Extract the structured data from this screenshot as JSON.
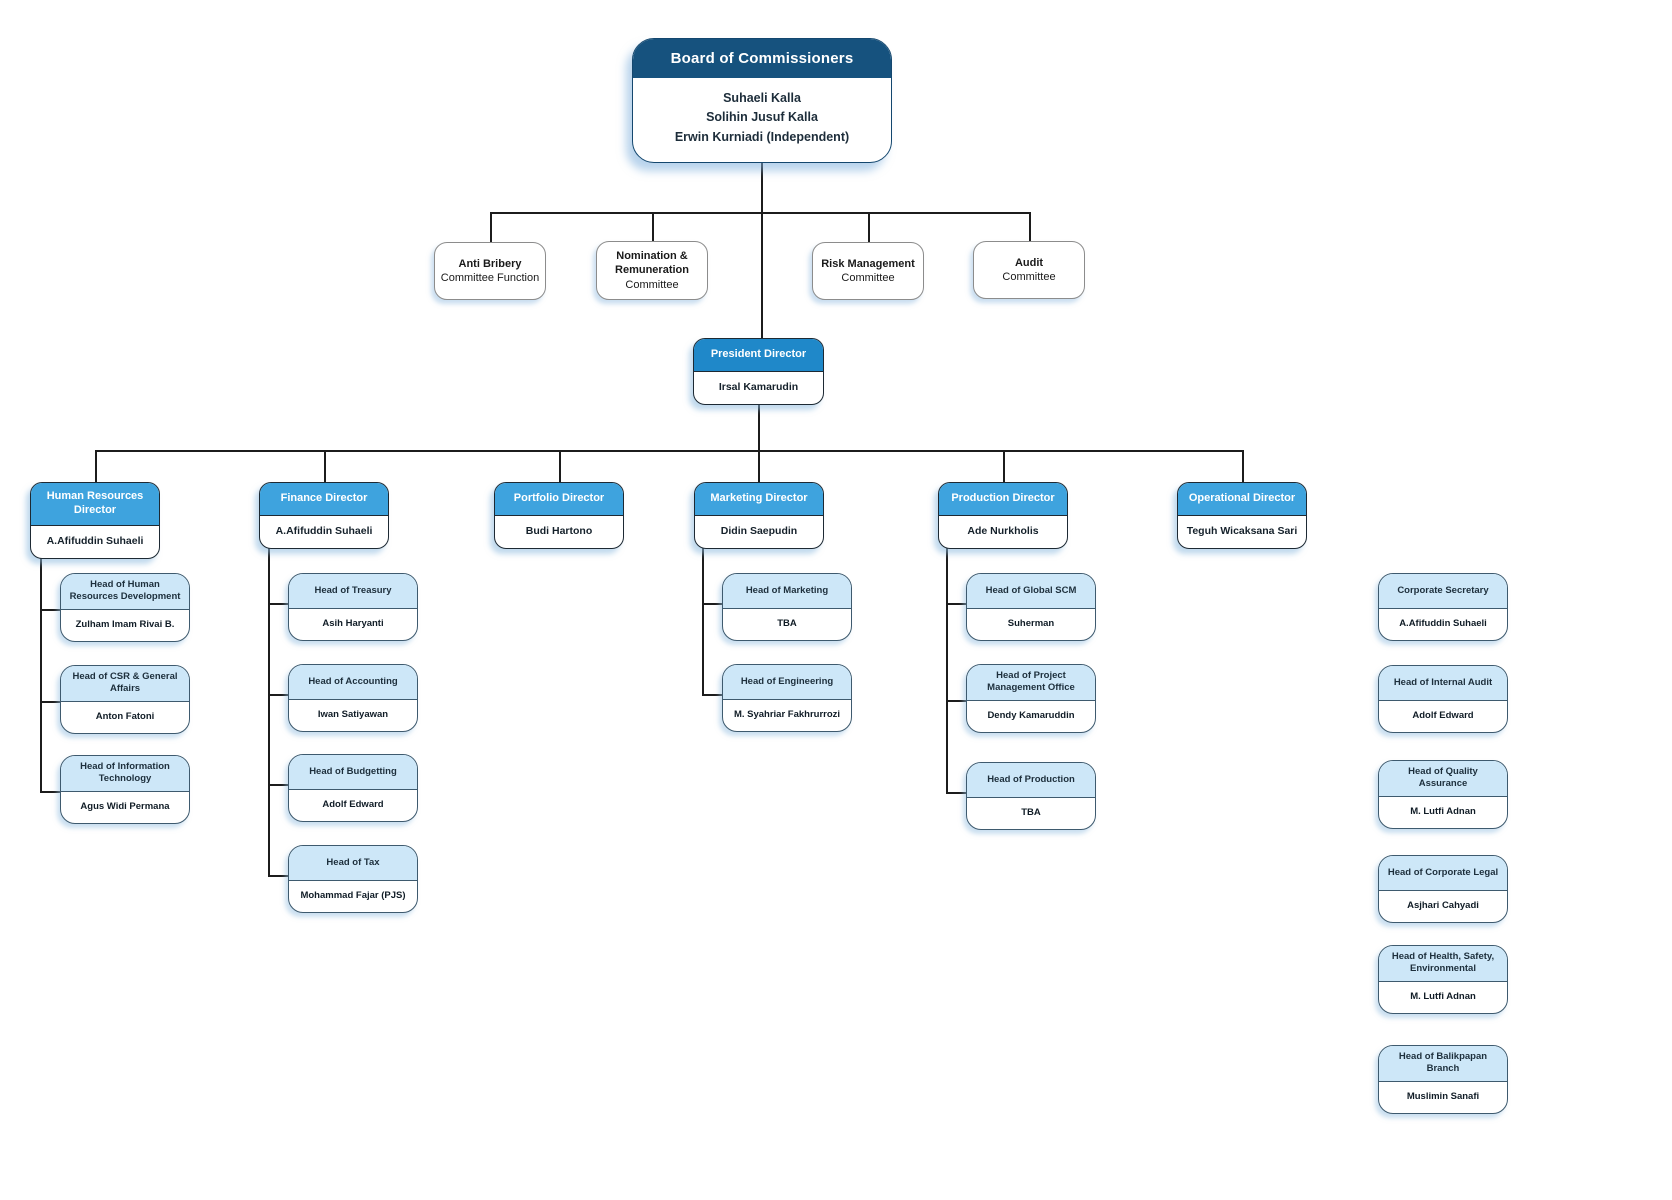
{
  "board": {
    "title": "Board of Commissioners",
    "members": [
      "Suhaeli Kalla",
      "Solihin Jusuf Kalla",
      "Erwin Kurniadi (Independent)"
    ]
  },
  "committees": [
    {
      "bold": "Anti Bribery",
      "rest": "Committee Function"
    },
    {
      "bold": "Nomination & Remuneration",
      "rest": "Committee"
    },
    {
      "bold": "Risk Management",
      "rest": "Committee"
    },
    {
      "bold": "Audit",
      "rest": "Committee"
    }
  ],
  "president": {
    "title": "President Director",
    "name": "Irsal Kamarudin"
  },
  "directors": [
    {
      "title": "Human Resources Director",
      "name": "A.Afifuddin Suhaeli"
    },
    {
      "title": "Finance Director",
      "name": "A.Afifuddin Suhaeli"
    },
    {
      "title": "Portfolio Director",
      "name": "Budi Hartono"
    },
    {
      "title": "Marketing Director",
      "name": "Didin Saepudin"
    },
    {
      "title": "Production Director",
      "name": "Ade Nurkholis"
    },
    {
      "title": "Operational Director",
      "name": "Teguh Wicaksana Sari"
    }
  ],
  "columns": [
    {
      "parent": "Human Resources Director",
      "items": [
        {
          "role": "Head of Human Resources Development",
          "name": "Zulham Imam Rivai B."
        },
        {
          "role": "Head of CSR & General Affairs",
          "name": "Anton Fatoni"
        },
        {
          "role": "Head of Information Technology",
          "name": "Agus Widi Permana"
        }
      ]
    },
    {
      "parent": "Finance Director",
      "items": [
        {
          "role": "Head of Treasury",
          "name": "Asih Haryanti"
        },
        {
          "role": "Head of Accounting",
          "name": "Iwan Satiyawan"
        },
        {
          "role": "Head of Budgetting",
          "name": "Adolf Edward"
        },
        {
          "role": "Head of Tax",
          "name": "Mohammad Fajar (PJS)"
        }
      ]
    },
    {
      "parent": "Marketing Director",
      "items": [
        {
          "role": "Head of Marketing",
          "name": "TBA"
        },
        {
          "role": "Head of Engineering",
          "name": "M. Syahriar Fakhrurrozi"
        }
      ]
    },
    {
      "parent": "Production Director",
      "items": [
        {
          "role": "Head of Global SCM",
          "name": "Suherman"
        },
        {
          "role": "Head of Project Management Office",
          "name": "Dendy Kamaruddin"
        },
        {
          "role": "Head of Production",
          "name": "TBA"
        }
      ]
    },
    {
      "parent": "Operational Director",
      "items": [
        {
          "role": "Corporate Secretary",
          "name": "A.Afifuddin Suhaeli"
        },
        {
          "role": "Head of Internal Audit",
          "name": "Adolf Edward"
        },
        {
          "role": "Head of Quality Assurance",
          "name": "M. Lutfi Adnan"
        },
        {
          "role": "Head of Corporate Legal",
          "name": "Asjhari Cahyadi"
        },
        {
          "role": "Head of Health, Safety, Environmental",
          "name": "M. Lutfi Adnan"
        },
        {
          "role": "Head of Balikpapan Branch",
          "name": "Muslimin Sanafi"
        }
      ]
    }
  ],
  "colors": {
    "board_header": "#16527e",
    "president_header": "#1f88c9",
    "director_header": "#3ea3de",
    "sub_header": "#cde7f8",
    "line": "#1c1c1c"
  }
}
